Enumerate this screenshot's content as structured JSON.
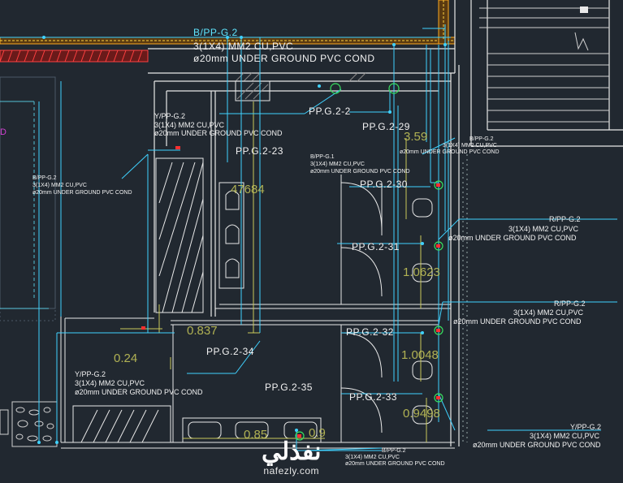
{
  "circuits": {
    "main_top": {
      "name": "B/PP-G.2",
      "spec": "3(1X4) MM2 CU,PVC",
      "cond": "ø20mm UNDER GROUND PVC COND"
    },
    "y_left": {
      "name": "Y/PP-G.2",
      "spec": "3(1X4) MM2 CU,PVC",
      "cond": "ø20mm UNDER GROUND PVC COND"
    },
    "b_left": {
      "name": "B/PP-G.2",
      "spec": "3(1X4) MM2 CU,PVC",
      "cond": "ø20mm UNDER GROUND PVC COND"
    },
    "b_center": {
      "name": "B/PP-G.1",
      "spec": "3(1X4) MM2 CU,PVC",
      "cond": "ø20mm UNDER GROUND PVC COND"
    },
    "b_right": {
      "name": "B/PP-G.2",
      "spec": "3(1X4) MM2 CU,PVC",
      "cond": "ø20mm UNDER GROUND PVC COND"
    },
    "r_right1": {
      "name": "R/PP-G.2",
      "spec": "3(1X4) MM2 CU,PVC",
      "cond": "ø20mm UNDER GROUND PVC COND"
    },
    "r_right2": {
      "name": "R/PP-G.2",
      "spec": "3(1X4) MM2 CU,PVC",
      "cond": "ø20mm UNDER GROUND PVC COND"
    },
    "y_bottom_left": {
      "name": "Y/PP-G.2",
      "spec": "3(1X4) MM2 CU,PVC",
      "cond": "ø20mm UNDER GROUND PVC COND"
    },
    "y_bottom_right": {
      "name": "Y/PP-G.2",
      "spec": "3(1X4) MM2 CU,PVC",
      "cond": "ø20mm UNDER GROUND PVC COND"
    },
    "b_bottom": {
      "name": "B/PP-G.2",
      "spec": "3(1X4) MM2 CU,PVC",
      "cond": "ø20mm UNDER GROUND PVC COND"
    }
  },
  "points": [
    "PP.G.2-2",
    "PP.G.2-29",
    "PP.G.2-23",
    "PP.G.2-30",
    "PP.G.2-31",
    "PP.G.2-32",
    "PP.G.2-34",
    "PP.G.2-35",
    "PP.G.2-33"
  ],
  "dimensions": [
    "47684",
    "0.837",
    "0.24",
    "1.0623",
    "1.0048",
    "0.9498",
    "0.85",
    "0.9",
    "3.59"
  ],
  "brand": {
    "arabic": "نفذلي",
    "latin": "nafezly.com"
  },
  "colors": {
    "background": "#212830",
    "wire": "#3fd2ff",
    "wall": "#e8e8e8",
    "dim": "#c9c95a",
    "hatch": "#ff4040",
    "device": "#38e060"
  }
}
